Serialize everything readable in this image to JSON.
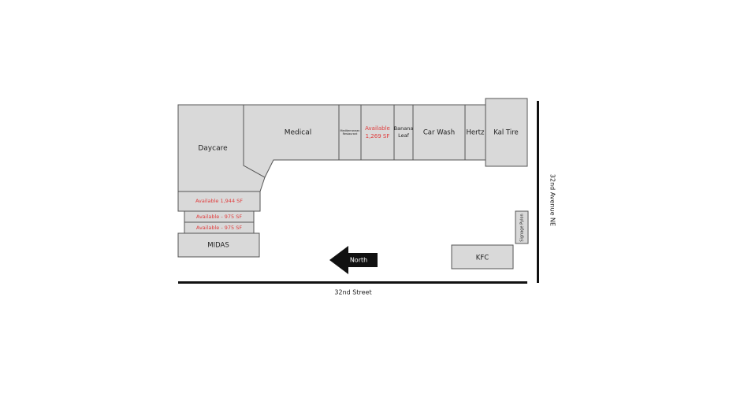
{
  "units": {
    "daycare": "Daycare",
    "medical": "Medical",
    "restaurant": "Mediterranean Restaurant",
    "available_1269_line1": "Available",
    "available_1269_line2": "1,269 SF",
    "banana_leaf_line1": "Banana",
    "banana_leaf_line2": "Leaf",
    "car_wash": "Car Wash",
    "hertz": "Hertz",
    "kal_tire": "Kal Tire",
    "available_1944": "Available 1,944 SF",
    "available_975_a": "Available - 975 SF",
    "available_975_b": "Available - 975 SF",
    "midas": "MIDAS",
    "kfc": "KFC",
    "signage_pylon": "Signage Pylon"
  },
  "streets": {
    "south": "32nd Street",
    "east": "32nd Avenue NE"
  },
  "north_arrow": "North",
  "colors": {
    "unit_fill": "#d9d9d9",
    "available_text": "#e03c3c",
    "road": "#111111"
  }
}
